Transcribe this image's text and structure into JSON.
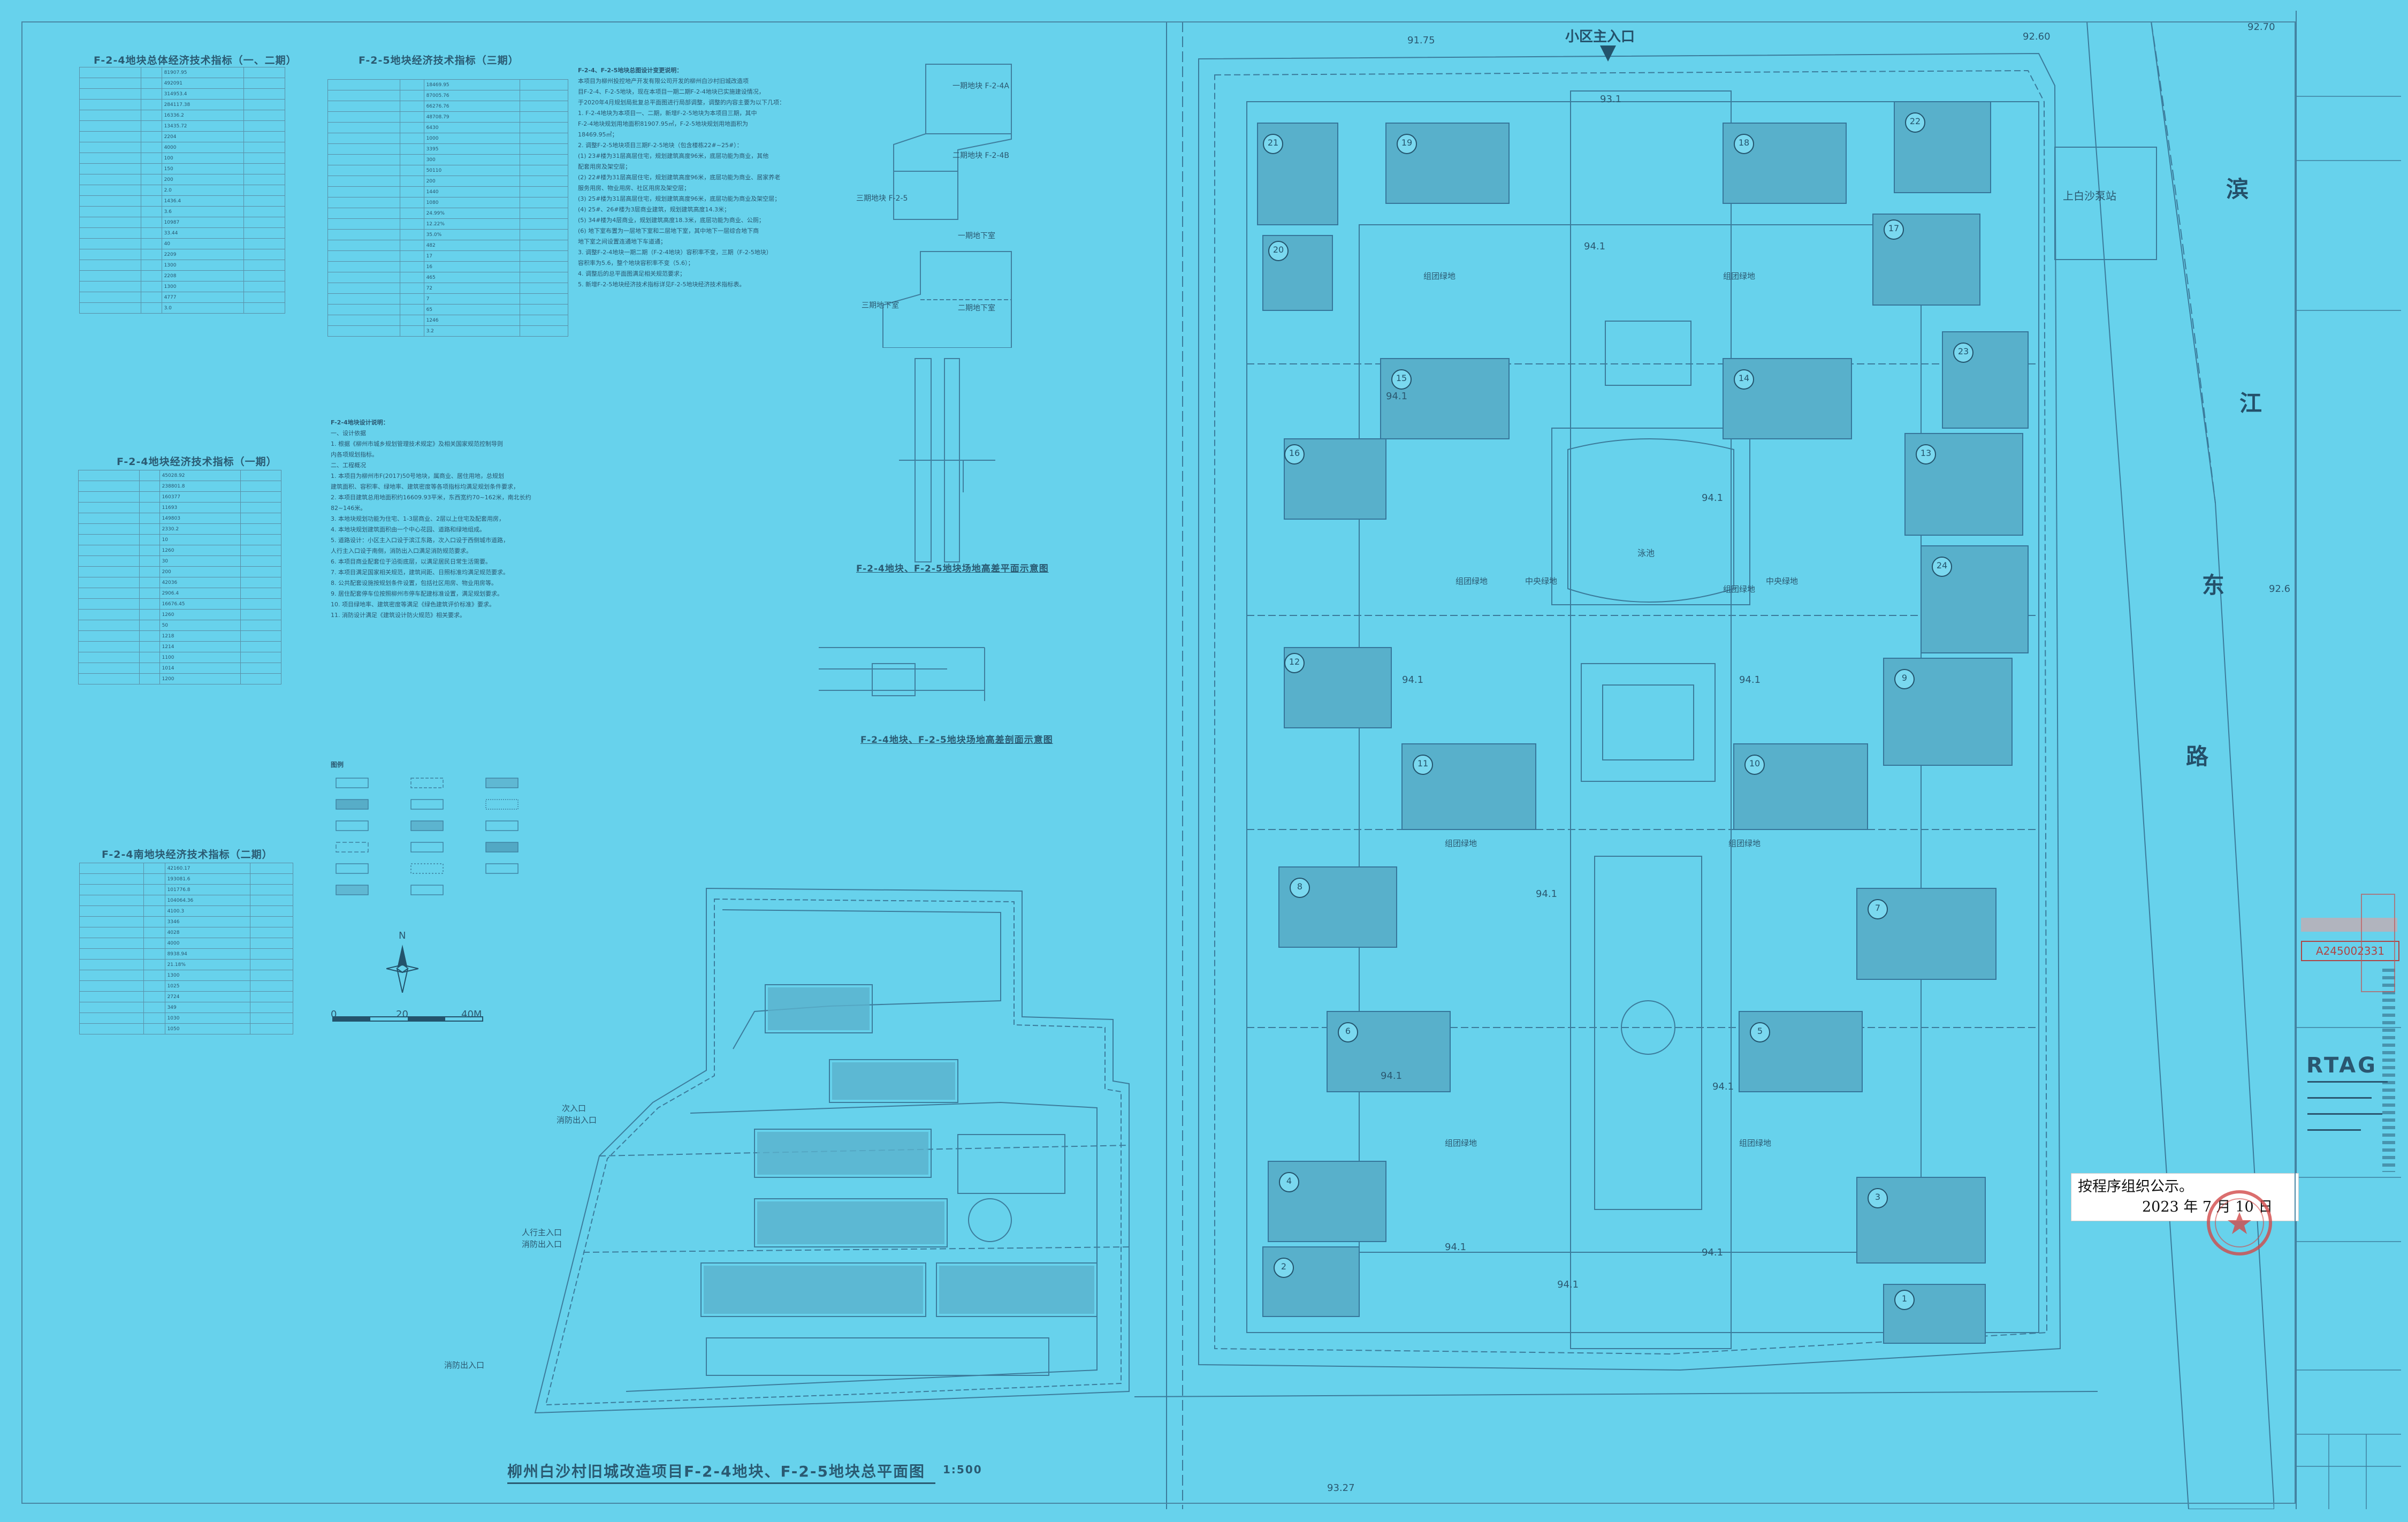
{
  "sheet": {
    "title": "柳州白沙村旧城改造项目F-2-4地块、F-2-5地块总平面图",
    "scale": "1:500",
    "north_label": "N",
    "scale_bar": [
      "0",
      "20",
      "40M"
    ]
  },
  "tables": {
    "t1_title": "F-2-4地块总体经济技术指标（一、二期）",
    "t2_title": "F-2-4地块经济技术指标（一期）",
    "t3_title": "F-2-4南地块经济技术指标（二期）",
    "t4_title": "F-2-5地块经济技术指标（三期）",
    "t1_values": [
      "81907.95",
      "492091",
      "314953.4",
      "284117.38",
      "16336.2",
      "13435.72",
      "2204",
      "4000",
      "100",
      "150",
      "200",
      "2.0",
      "1436.4",
      "3.6",
      "10987",
      "33.44",
      "40",
      "2209",
      "1300",
      "2208",
      "1300",
      "4777",
      "3.0"
    ],
    "t2_values": [
      "45028.92",
      "238801.8",
      "160377",
      "11693",
      "149803",
      "2330.2",
      "10",
      "1260",
      "30",
      "200",
      "42036",
      "2906.4",
      "16676.45",
      "1260",
      "50",
      "1218",
      "1214",
      "1100",
      "1014",
      "1200"
    ],
    "t3_values": [
      "42160.17",
      "193081.6",
      "101776.8",
      "104064.36",
      "4100.3",
      "3346",
      "4028",
      "4000",
      "8938.94",
      "21.18%",
      "1300",
      "1025",
      "2724",
      "349",
      "1030",
      "1050"
    ],
    "t4_values": [
      "18469.95",
      "87005.76",
      "66276.76",
      "48708.79",
      "6430",
      "1000",
      "3395",
      "300",
      "50110",
      "200",
      "1440",
      "1080",
      "24.99%",
      "12.22%",
      "35.0%",
      "482",
      "17",
      "16",
      "465",
      "72",
      "7",
      "65",
      "1246",
      "3.2"
    ]
  },
  "notes": {
    "n1_title": "F-2-4、F-2-5地块总图设计变更说明：",
    "n1_lines": [
      "本项目为柳州投控地产开发有限公司开发的柳州白沙村旧城改造项",
      "目F-2-4、F-2-5地块，现在本项目一期二期F-2-4地块已实施建设情况，",
      "于2020年4月规划局批复总平面图进行局部调整，调整的内容主要为以下几项：",
      "1. F-2-4地块为本项目一、二期，新增F-2-5地块为本项目三期，其中",
      "F-2-4地块规划用地面积81907.95㎡，F-2-5地块规划用地面积为",
      "18469.95㎡；",
      "2. 调整F-2-5地块项目三期F-2-5地块（包含楼栋22#~25#）：",
      "(1) 23#楼为31层高层住宅，规划建筑高度96米，底层功能为商业，其他",
      "配套用房及架空层；",
      "(2) 22#楼为31层高层住宅，规划建筑高度96米，底层功能为商业、居家养老",
      "服务用房、物业用房、社区用房及架空层；",
      "(3) 25#楼为31层高层住宅，规划建筑高度96米，底层功能为商业及架空层；",
      "(4) 25#、26#楼为3层商业建筑，规划建筑高度14.3米；",
      "(5) 34#楼为4层商业，规划建筑高度18.3米，底层功能为商业、公厕；",
      "(6) 地下室布置为一层地下室和二层地下室，其中地下一层综合地下商",
      "地下室之间设置连通地下车道通；",
      "3. 调整F-2-4地块一期二期（F-2-4地块）容积率不变，三期（F-2-5地块）",
      "容积率为5.6，整个地块容积率不变（5.6）；",
      "4. 调整后的总平面图满足相关规范要求；",
      "5. 新增F-2-5地块经济技术指标详见F-2-5地块经济技术指标表。"
    ],
    "n2_title": "F-2-4地块设计说明：",
    "n2_lines": [
      "一、设计依据",
      "1. 根据《柳州市城乡规划管理技术规定》及相关国家规范控制导则",
      "内各项规划指标。",
      "二、工程概况",
      "1. 本项目为柳州市F(2017)50号地块，属商业、居住用地，总规划",
      "建筑面积、容积率、绿地率、建筑密度等各项指标均满足规划条件要求，",
      "2. 本项目建筑总用地面积约16609.93平米，东西宽约70~162米，南北长约",
      "82~146米。",
      "3. 本地块规划功能为住宅、1-3层商业、2层以上住宅及配套用房，",
      "4. 本地块规划建筑面积由一个中心花园、道路和绿地组成。",
      "5. 道路设计：小区主入口设于滨江东路，次入口设于西侧城市道路，",
      "人行主入口设于南侧，消防出入口满足消防规范要求。",
      "6. 本项目商业配套位于沿街底层，以满足居民日常生活需要。",
      "7. 本项目满足国家相关规范，建筑间距、日照标准均满足规范要求。",
      "8. 公共配套设施按规划条件设置，包括社区用房、物业用房等。",
      "9. 居住配套停车位按照柳州市停车配建标准设置，满足规划要求。",
      "10. 项目绿地率、建筑密度等满足《绿色建筑评价标准》要求。",
      "11. 消防设计满足《建筑设计防火规范》相关要求。"
    ]
  },
  "legend_title": "图例",
  "section_titles": {
    "plan": "F-2-4地块、F-2-5地块场地高差平面示意图",
    "section": "F-2-4地块、F-2-5地块场地高差剖面示意图"
  },
  "key_plan": {
    "a": "一期地块 F-2-4A",
    "b": "二期地块 F-2-4B",
    "c": "三期地块 F-2-5",
    "d": "一期地下室",
    "e": "二期地下室",
    "f": "三期地下室"
  },
  "site_labels": {
    "main_entry": "小区主入口",
    "road": [
      "滨",
      "江",
      "东",
      "路"
    ],
    "pump": "上白沙泵站",
    "pool": "泳池",
    "green": [
      "组团绿地",
      "组团绿地",
      "中央绿地",
      "中央绿地",
      "组团绿地",
      "组团绿地",
      "组团绿地",
      "组团绿地",
      "组团绿地",
      "组团绿地"
    ],
    "sec_entry": "次入口",
    "fire_exit": "消防出入口",
    "ped_entry": "人行主入口",
    "fire_exit2": "消防出入口",
    "fire_exit3": "消防出入口"
  },
  "buildings": [
    {
      "n": "19"
    },
    {
      "n": "18"
    },
    {
      "n": "21"
    },
    {
      "n": "20"
    },
    {
      "n": "22"
    },
    {
      "n": "17"
    },
    {
      "n": "15"
    },
    {
      "n": "14"
    },
    {
      "n": "16"
    },
    {
      "n": "23"
    },
    {
      "n": "13"
    },
    {
      "n": "24"
    },
    {
      "n": "12"
    },
    {
      "n": "9"
    },
    {
      "n": "11"
    },
    {
      "n": "10"
    },
    {
      "n": "8"
    },
    {
      "n": "7"
    },
    {
      "n": "6"
    },
    {
      "n": "5"
    },
    {
      "n": "4"
    },
    {
      "n": "3"
    },
    {
      "n": "2"
    },
    {
      "n": "1"
    }
  ],
  "elevations": [
    "91.75",
    "92.60",
    "92.70",
    "93.1",
    "94.1",
    "94.1",
    "94.1",
    "94.1",
    "94.1",
    "94.1",
    "94.1",
    "94.1",
    "94.1",
    "94.1",
    "94.1",
    "93.27",
    "92.6"
  ],
  "right_panel": {
    "logo": "RTAG",
    "stamp_code": "A245002331"
  },
  "public_notice": {
    "line1": "按程序组织公示。",
    "year": "2023",
    "y_label": "年",
    "month": "7",
    "m_label": "月",
    "day": "10",
    "d_label": "日"
  },
  "colors": {
    "bg": "#67d2ec",
    "line": "#3f7f9f",
    "ink": "#23536c",
    "stamp": "#d24a4a"
  }
}
